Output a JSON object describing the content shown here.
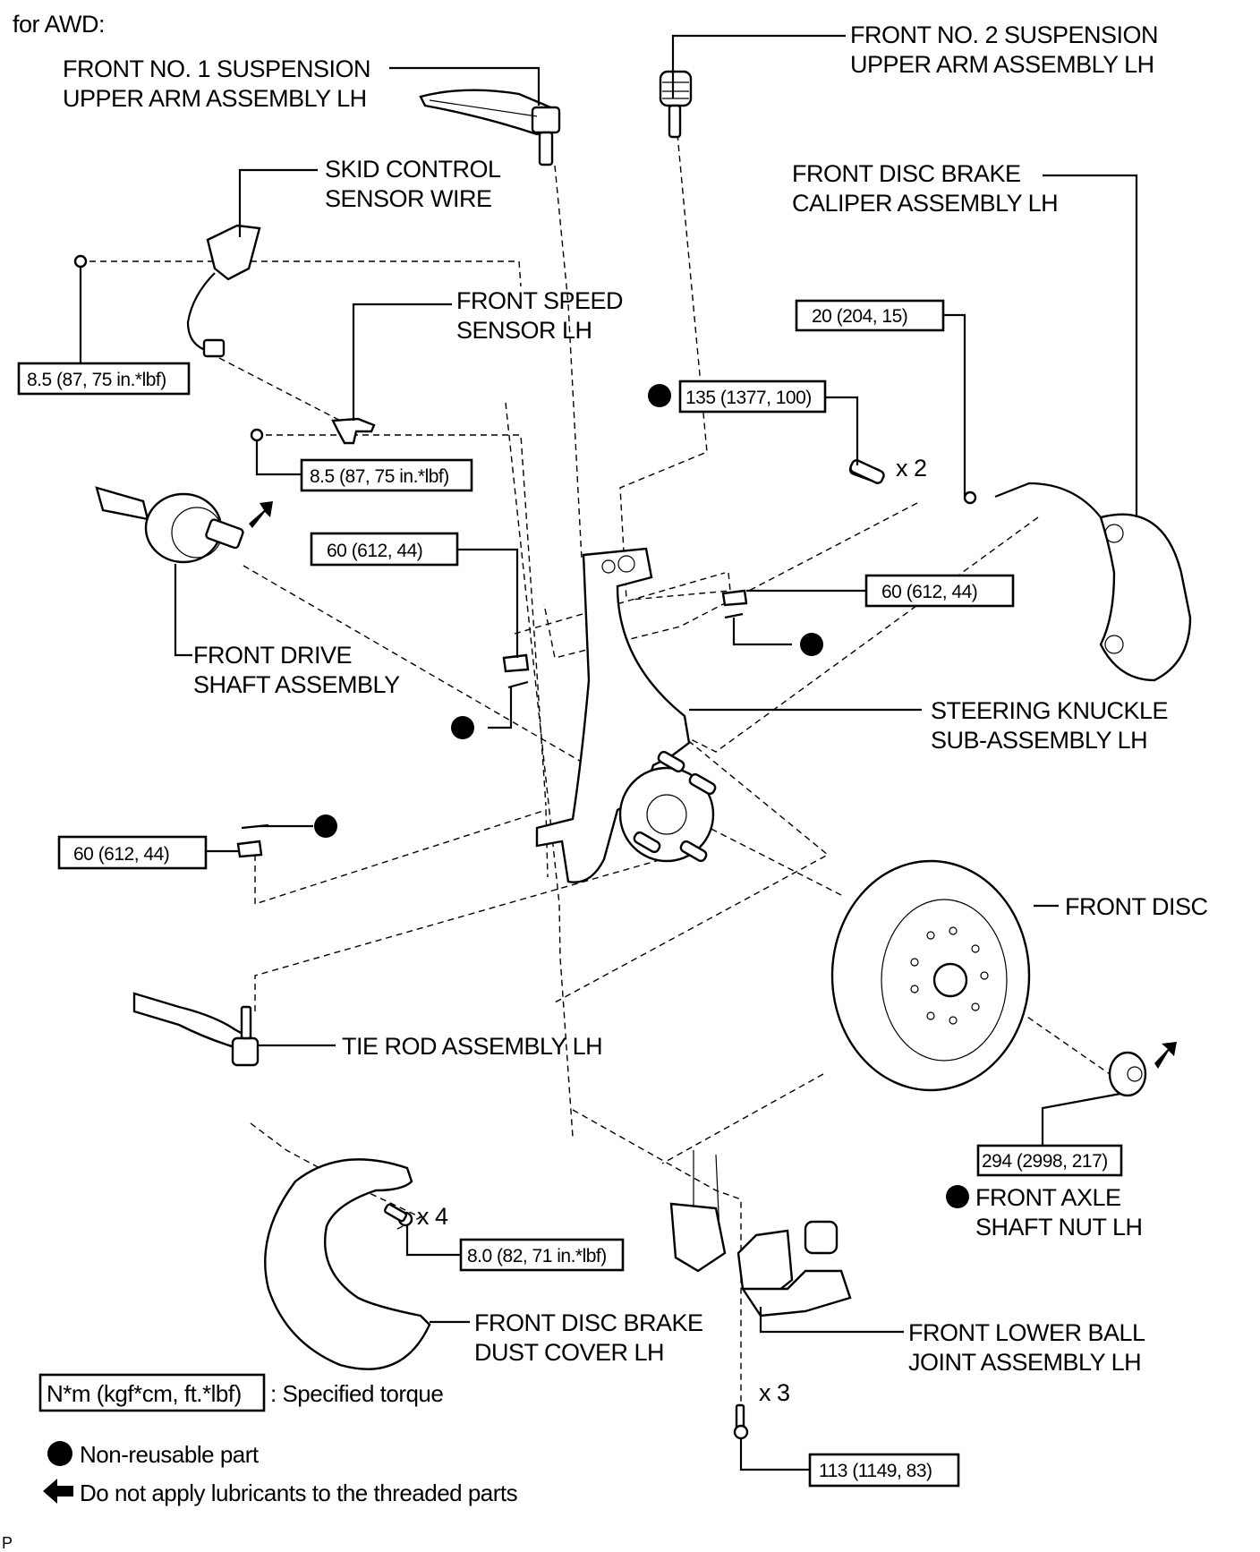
{
  "header": {
    "title": "for AWD:"
  },
  "parts": {
    "upper_arm_1": [
      "FRONT NO. 1 SUSPENSION",
      "UPPER ARM ASSEMBLY LH"
    ],
    "upper_arm_2": [
      "FRONT NO. 2 SUSPENSION",
      "UPPER ARM ASSEMBLY LH"
    ],
    "skid_sensor_wire": [
      "SKID CONTROL",
      "SENSOR WIRE"
    ],
    "speed_sensor": [
      "FRONT SPEED",
      "SENSOR LH"
    ],
    "caliper": [
      "FRONT DISC BRAKE",
      "CALIPER ASSEMBLY LH"
    ],
    "drive_shaft": [
      "FRONT DRIVE",
      "SHAFT ASSEMBLY"
    ],
    "steering_knuckle": [
      "STEERING KNUCKLE",
      "SUB-ASSEMBLY LH"
    ],
    "front_disc": [
      "FRONT DISC"
    ],
    "tie_rod": [
      "TIE ROD ASSEMBLY LH"
    ],
    "axle_nut": [
      "FRONT AXLE",
      "SHAFT NUT LH"
    ],
    "dust_cover": [
      "FRONT DISC BRAKE",
      "DUST COVER LH"
    ],
    "lower_ball_joint": [
      "FRONT LOWER BALL",
      "JOINT ASSEMBLY LH"
    ]
  },
  "torques": {
    "skid_wire_bolt": "8.5 (87, 75 in.*lbf)",
    "speed_sensor_bolt": "8.5 (87, 75 in.*lbf)",
    "caliper_bolt": "135 (1377, 100)",
    "caliper_bracket_bolt": "20 (204, 15)",
    "upper_arm_1_nut": "60 (612, 44)",
    "upper_arm_2_nut": "60 (612, 44)",
    "tie_rod_nut": "60 (612, 44)",
    "axle_nut": "294 (2998, 217)",
    "dust_cover_bolt": "8.0 (82, 71 in.*lbf)",
    "ball_joint_bolt": "113 (1149, 83)"
  },
  "quantities": {
    "caliper_bolt": "x 2",
    "dust_cover_bolt": "x 4",
    "ball_joint_bolt": "x 3"
  },
  "legend": {
    "torque_unit": "N*m (kgf*cm, ft.*lbf)",
    "torque_desc": ": Specified torque",
    "non_reusable": "Non-reusable part",
    "no_lubricant": "Do not apply lubricants to the threaded parts"
  },
  "footer": {
    "code": "P"
  }
}
